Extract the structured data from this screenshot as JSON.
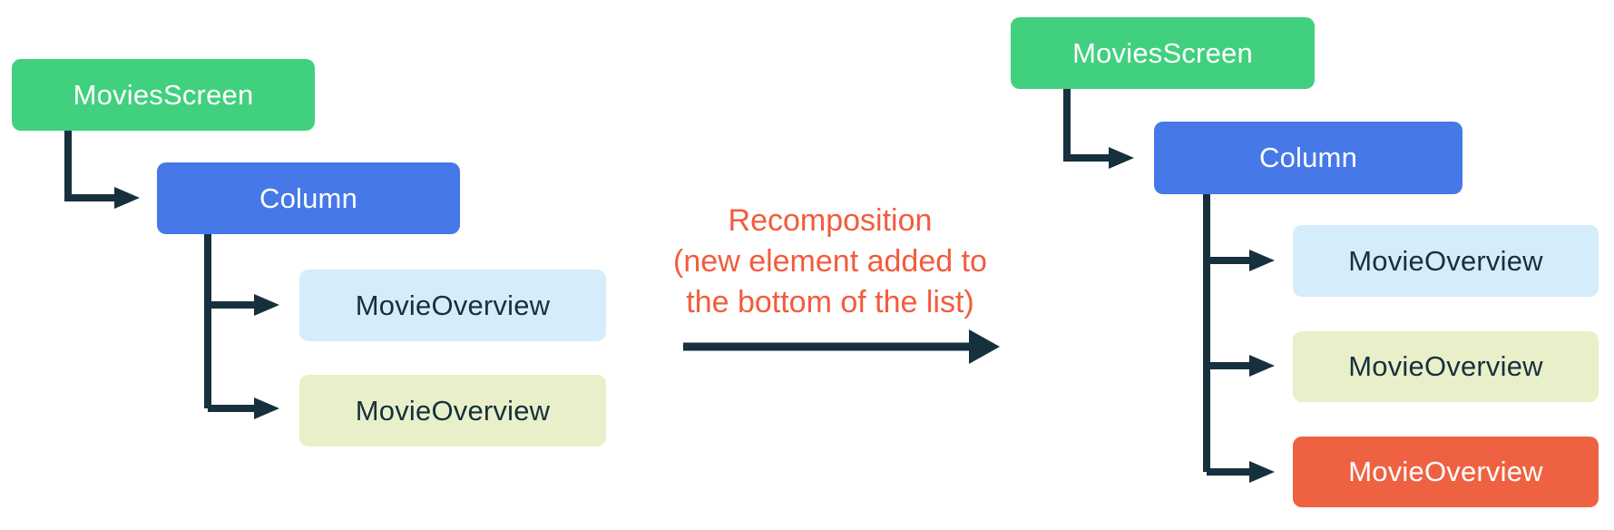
{
  "colors": {
    "background": "#FFFFFF",
    "moviesscreen_green": "#41D07E",
    "column_blue": "#4678E8",
    "movieoverview_light_blue": "#D5ECFB",
    "movieoverview_light_yellow": "#E9F0C9",
    "movieoverview_highlight_orange": "#EE6242",
    "connector_dark": "#17303E",
    "caption_orange": "#F25C3C",
    "text_dark": "#17303E",
    "text_light": "#FFFFFF"
  },
  "before_tree": {
    "root": "MoviesScreen",
    "container": "Column",
    "children": [
      "MovieOverview",
      "MovieOverview"
    ]
  },
  "after_tree": {
    "root": "MoviesScreen",
    "container": "Column",
    "children": [
      "MovieOverview",
      "MovieOverview",
      "MovieOverview"
    ]
  },
  "caption": {
    "lines": [
      "Recomposition",
      "(new element added to",
      "the bottom of the list)"
    ]
  }
}
